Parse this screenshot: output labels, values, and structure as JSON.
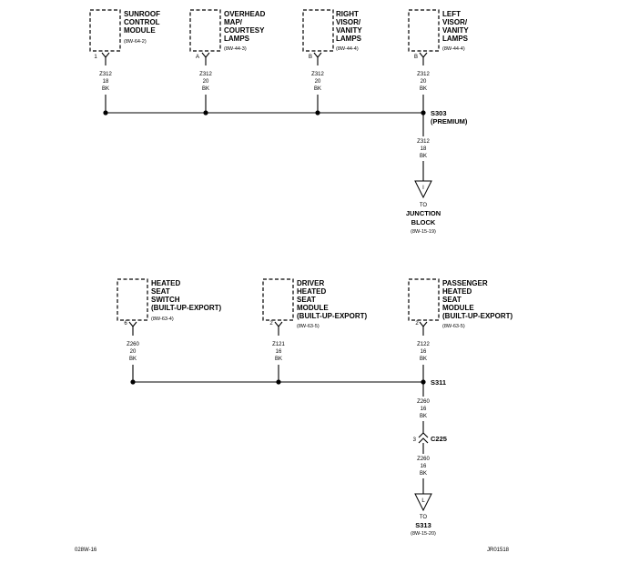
{
  "components": [
    {
      "id": "sunroof",
      "name": [
        "SUNROOF",
        "CONTROL",
        "MODULE"
      ],
      "ref": "(8W-64-2)",
      "pin": "1",
      "wire": [
        "Z312",
        "18",
        "BK"
      ]
    },
    {
      "id": "overhead",
      "name": [
        "OVERHEAD",
        "MAP/",
        "COURTESY",
        "LAMPS"
      ],
      "ref": "(8W-44-3)",
      "pin": "A",
      "wire": [
        "Z312",
        "20",
        "BK"
      ]
    },
    {
      "id": "right-visor",
      "name": [
        "RIGHT",
        "VISOR/",
        "VANITY",
        "LAMPS"
      ],
      "ref": "(8W-44-4)",
      "pin": "B",
      "wire": [
        "Z312",
        "20",
        "BK"
      ]
    },
    {
      "id": "left-visor",
      "name": [
        "LEFT",
        "VISOR/",
        "VANITY",
        "LAMPS"
      ],
      "ref": "(8W-44-4)",
      "pin": "B",
      "wire": [
        "Z312",
        "20",
        "BK"
      ]
    },
    {
      "id": "heated-seat-switch",
      "name": [
        "HEATED",
        "SEAT",
        "SWITCH",
        "(BUILT-UP-EXPORT)"
      ],
      "ref": "(8W-63-4)",
      "pin": "6",
      "wire": [
        "Z260",
        "20",
        "BK"
      ]
    },
    {
      "id": "driver-seat-module",
      "name": [
        "DRIVER",
        "HEATED",
        "SEAT",
        "MODULE",
        "(BUILT-UP-EXPORT)"
      ],
      "ref": "(8W-63-5)",
      "pin": "2",
      "wire": [
        "Z121",
        "16",
        "BK"
      ]
    },
    {
      "id": "passenger-seat-module",
      "name": [
        "PASSENGER",
        "HEATED",
        "SEAT",
        "MODULE",
        "(BUILT-UP-EXPORT)"
      ],
      "ref": "(8W-63-5)",
      "pin": "2",
      "wire": [
        "Z122",
        "16",
        "BK"
      ]
    }
  ],
  "splices": [
    {
      "id": "s303",
      "label": "S303",
      "sub": "(PREMIUM)"
    },
    {
      "id": "s311",
      "label": "S311",
      "sub": ""
    }
  ],
  "connector": {
    "label": "C225",
    "pin": "3"
  },
  "trunk_wires": {
    "s303_out": [
      "Z312",
      "18",
      "BK"
    ],
    "s311_out": [
      "Z260",
      "16",
      "BK"
    ],
    "c225_out": [
      "Z260",
      "16",
      "BK"
    ]
  },
  "grounds": [
    {
      "id": "g1",
      "letter": "I",
      "to": "TO",
      "dest": [
        "JUNCTION",
        "BLOCK"
      ],
      "ref": "(8W-15-19)"
    },
    {
      "id": "g2",
      "letter": "L",
      "to": "TO",
      "dest": [
        "S313"
      ],
      "ref": "(8W-15-20)"
    }
  ],
  "footer": {
    "left": "028W-16",
    "right": "JR01518"
  }
}
